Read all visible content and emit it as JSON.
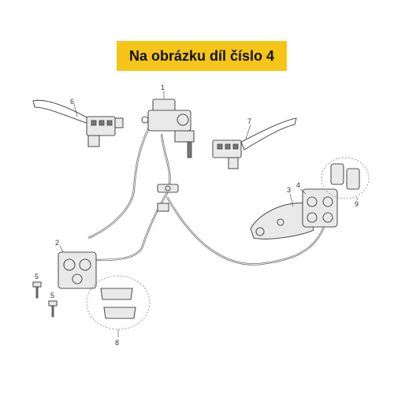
{
  "banner": {
    "text": "Na obrázku díl číslo 4"
  },
  "callouts": {
    "c1": "1",
    "c2": "2",
    "c3": "3",
    "c4": "4",
    "c5a": "5",
    "c5b": "5",
    "c6": "6",
    "c7": "7",
    "c8": "8",
    "c9": "9"
  },
  "colors": {
    "banner_bg": "#f5c518",
    "line": "#555555"
  }
}
